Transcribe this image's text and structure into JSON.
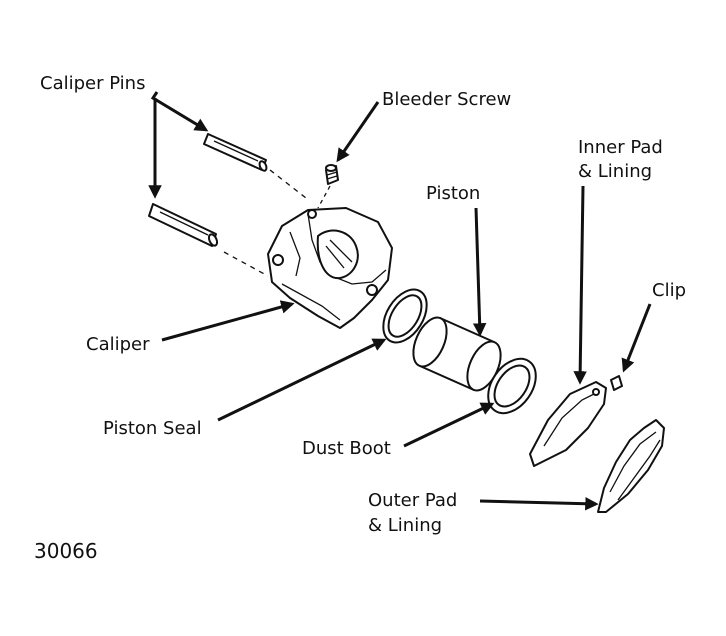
{
  "labels": {
    "caliper_pins": "Caliper Pins",
    "bleeder_screw": "Bleeder Screw",
    "piston": "Piston",
    "inner_pad_line1": "Inner Pad",
    "inner_pad_line2": "& Lining",
    "clip": "Clip",
    "caliper": "Caliper",
    "piston_seal": "Piston Seal",
    "dust_boot": "Dust Boot",
    "outer_pad_line1": "Outer Pad",
    "outer_pad_line2": "& Lining",
    "figure_number": "30066"
  },
  "colors": {
    "ink": "#111111",
    "paper": "#ffffff"
  }
}
